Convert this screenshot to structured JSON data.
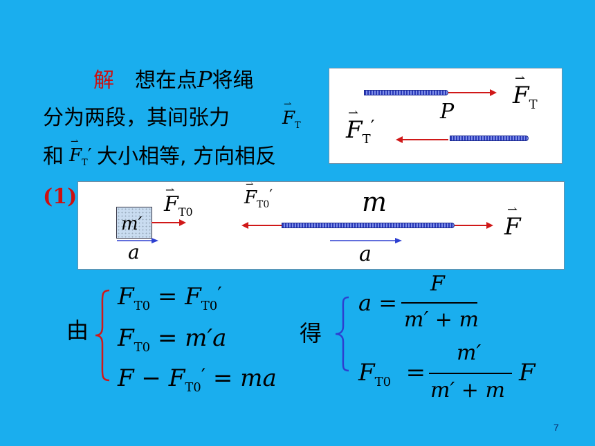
{
  "solution": {
    "label": "解",
    "line1": "想在点",
    "point": "P",
    "line1_end": "将绳",
    "line2": "分为两段，其间张力",
    "line3_a": "和",
    "line3_b": "大小相等, 方向相反",
    "part": "(1)"
  },
  "symbols": {
    "F": "F",
    "T": "T",
    "T0": "T0",
    "prime": "′",
    "P": "P",
    "m": "m",
    "m_prime": "m′",
    "a": "a"
  },
  "equations_left": {
    "prefix": "由",
    "eq1_lhs_sub": "T0",
    "eq1_rhs_sub": "T0",
    "eq2_rhs": "m′a",
    "eq3_rhs": "ma"
  },
  "equations_right": {
    "prefix": "得",
    "a_num": "F",
    "a_den": "m′ + m",
    "f_num": "m′",
    "f_den": "m′ + m",
    "f_tail": "F"
  },
  "page_number": "7",
  "colors": {
    "background": "#1aaeee",
    "red": "#cc1010",
    "arrow_red": "#d01818",
    "arrow_blue": "#2d3fd0",
    "rod": "#2a39b8"
  }
}
